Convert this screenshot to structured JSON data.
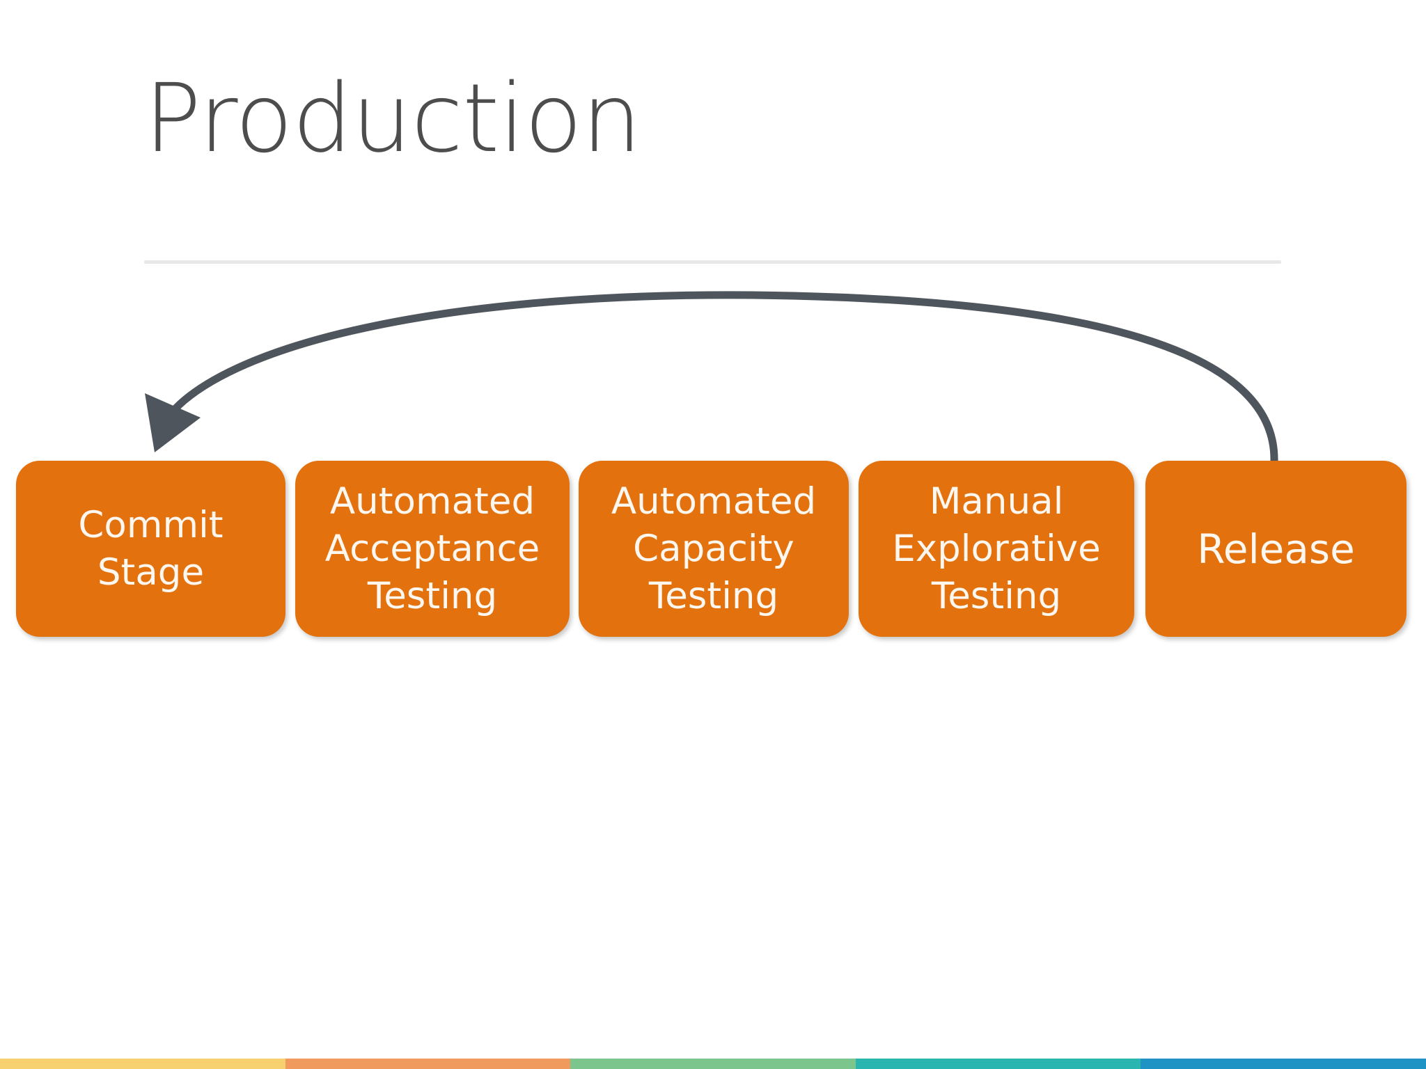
{
  "slide": {
    "title": "Production",
    "background_color": "#ffffff",
    "title_color": "#4d4d4d",
    "divider_color": "#e8e8e8"
  },
  "diagram": {
    "type": "pipeline",
    "box_fill_color": "#e2710e",
    "box_text_color": "#fdf7f0",
    "arrow_color": "#4f555c",
    "arrow_label": "feedback-loop-arrow",
    "arrow_from": "Release",
    "arrow_to": "Commit Stage",
    "stages": [
      {
        "name": "commit-stage",
        "label": "Commit\nStage",
        "lines": 2
      },
      {
        "name": "automated-acceptance-testing",
        "label": "Automated\nAcceptance\nTesting",
        "lines": 3
      },
      {
        "name": "automated-capacity-testing",
        "label": "Automated\nCapacity\nTesting",
        "lines": 3
      },
      {
        "name": "manual-explorative-testing",
        "label": "Manual\nExplorative\nTesting",
        "lines": 3
      },
      {
        "name": "release",
        "label": "Release",
        "lines": 1
      }
    ]
  },
  "footer_bar": {
    "segments": [
      {
        "name": "segment-yellow",
        "color": "#f7d070"
      },
      {
        "name": "segment-orange",
        "color": "#f09a5e"
      },
      {
        "name": "segment-green",
        "color": "#7cc68d"
      },
      {
        "name": "segment-teal",
        "color": "#2ab5b0"
      },
      {
        "name": "segment-blue",
        "color": "#1f94c4"
      }
    ]
  }
}
